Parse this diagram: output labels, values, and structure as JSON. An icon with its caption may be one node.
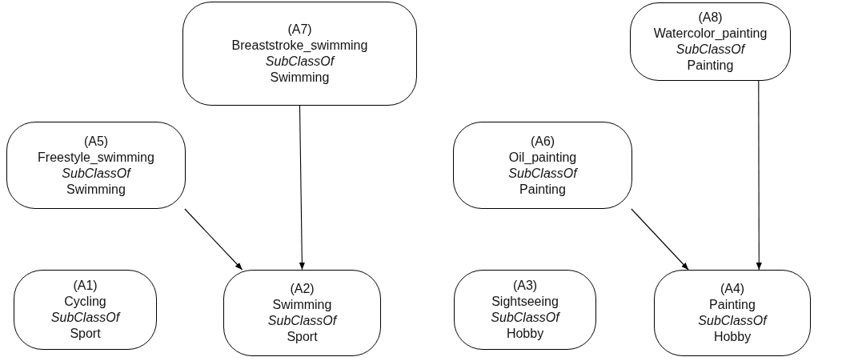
{
  "diagram": {
    "nodes": [
      {
        "text": [
          "(A7)",
          "Breaststroke_swimming",
          "SubClassOf",
          "Swimming"
        ]
      },
      {
        "text": [
          "(A8)",
          "Watercolor_painting",
          "SubClassOf",
          "Painting"
        ]
      },
      {
        "text": [
          "(A5)",
          "Freestyle_swimming",
          "SubClassOf",
          "Swimming"
        ]
      },
      {
        "text": [
          "(A6)",
          "Oil_painting",
          "SubClassOf",
          "Painting"
        ]
      },
      {
        "text": [
          "(A1)",
          "Cycling",
          "SubClassOf",
          "Sport"
        ]
      },
      {
        "text": [
          "(A2)",
          "Swimming",
          "SubClassOf",
          "Sport"
        ]
      },
      {
        "text": [
          "(A3)",
          "Sightseeing",
          "SubClassOf",
          "Hobby"
        ]
      },
      {
        "text": [
          "(A4)",
          "Painting",
          "SubClassOf",
          "Hobby"
        ]
      }
    ],
    "edges": [
      {
        "from": 0,
        "to": 5,
        "arrow": "to"
      },
      {
        "from": 2,
        "to": 5,
        "arrow": "to"
      },
      {
        "from": 1,
        "to": 7,
        "arrow": "to"
      },
      {
        "from": 3,
        "to": 7,
        "arrow": "to"
      }
    ]
  }
}
